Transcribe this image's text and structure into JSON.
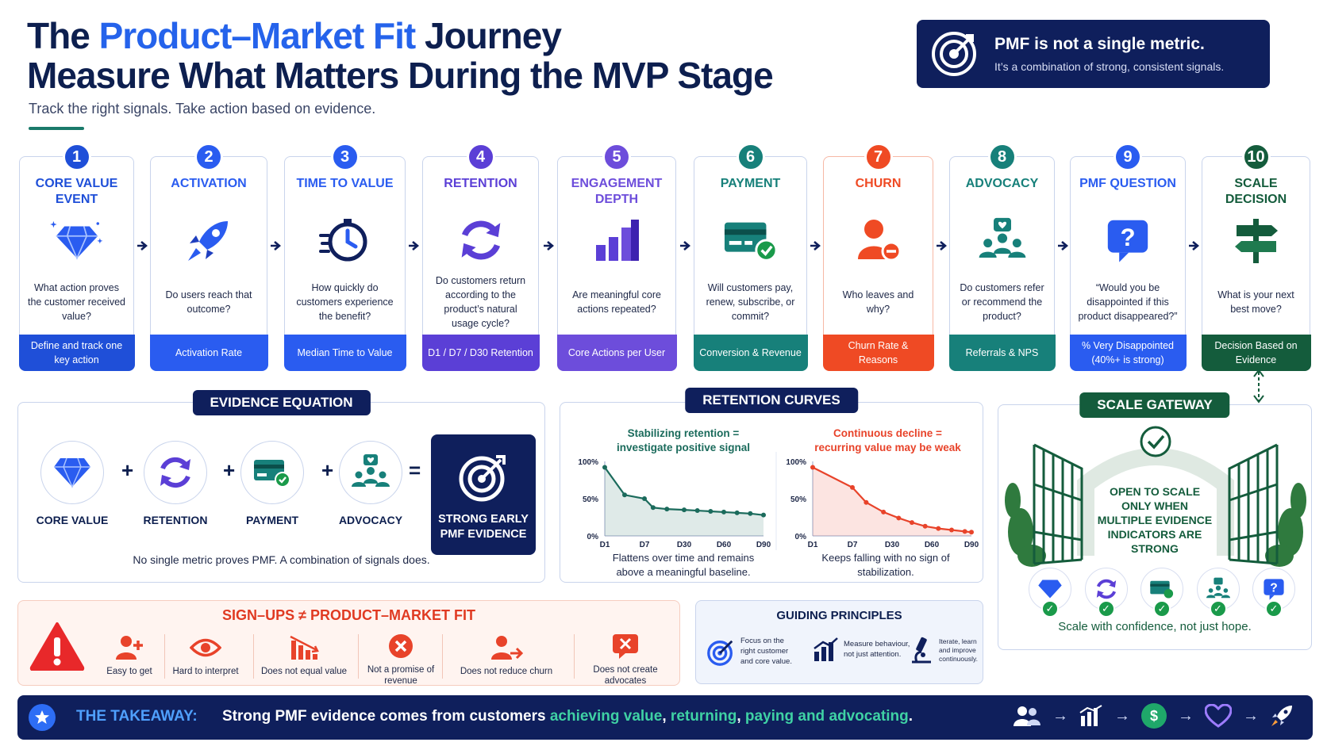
{
  "header": {
    "title_pre": "The ",
    "title_highlight": "Product–Market Fit",
    "title_post": " Journey",
    "title_line2": "Measure What Matters During the MVP Stage",
    "subtitle": "Track the right signals. Take action based on evidence."
  },
  "banner": {
    "line1": "PMF is not a single metric.",
    "line2": "It’s a combination of strong, consistent signals."
  },
  "steps": [
    {
      "num": "1",
      "title": "CORE VALUE EVENT",
      "question": "What action proves the customer received value?",
      "footer": "Define and track one key action",
      "color": "#1f4fd8",
      "icon": "diamond-icon"
    },
    {
      "num": "2",
      "title": "ACTIVATION",
      "question": "Do users reach that outcome?",
      "footer": "Activation Rate",
      "color": "#2a5cf0",
      "icon": "rocket-icon"
    },
    {
      "num": "3",
      "title": "TIME TO VALUE",
      "question": "How quickly do customers experience the benefit?",
      "footer": "Median Time to Value",
      "color": "#2a5cf0",
      "icon": "timer-icon"
    },
    {
      "num": "4",
      "title": "RETENTION",
      "question": "Do customers return according to the product’s natural usage cycle?",
      "footer": "D1 / D7 / D30 Retention",
      "color": "#5b3fd6",
      "icon": "refresh-icon"
    },
    {
      "num": "5",
      "title": "ENGAGEMENT DEPTH",
      "question": "Are meaningful core actions repeated?",
      "footer": "Core Actions per User",
      "color": "#6d4ddb",
      "icon": "bar-chart-icon"
    },
    {
      "num": "6",
      "title": "PAYMENT",
      "question": "Will customers pay, renew, subscribe, or commit?",
      "footer": "Conversion & Revenue",
      "color": "#17807a",
      "icon": "credit-card-icon"
    },
    {
      "num": "7",
      "title": "CHURN",
      "question": "Who leaves and why?",
      "footer": "Churn Rate & Reasons",
      "color": "#ef4a24",
      "icon": "user-minus-icon"
    },
    {
      "num": "8",
      "title": "ADVOCACY",
      "question": "Do customers refer or recommend the product?",
      "footer": "Referrals & NPS",
      "color": "#17807a",
      "icon": "group-heart-icon"
    },
    {
      "num": "9",
      "title": "PMF QUESTION",
      "question": "“Would you be disappointed if this product disappeared?”",
      "footer": "% Very Disappointed (40%+ is strong)",
      "color": "#2a5cf0",
      "icon": "question-icon"
    },
    {
      "num": "10",
      "title": "SCALE DECISION",
      "question": "What is your next best move?",
      "footer": "Decision Based on Evidence",
      "color": "#145c3c",
      "icon": "signpost-icon"
    }
  ],
  "evidence": {
    "tag": "EVIDENCE EQUATION",
    "items": [
      {
        "label": "CORE VALUE"
      },
      {
        "label": "RETENTION"
      },
      {
        "label": "PAYMENT"
      },
      {
        "label": "ADVOCACY"
      }
    ],
    "plus": "+",
    "equals": "=",
    "result": "STRONG EARLY PMF EVIDENCE",
    "note": "No single metric proves PMF. A combination of signals does."
  },
  "retention": {
    "tag": "RETENTION CURVES",
    "chart_data": [
      {
        "type": "line",
        "title": "Stabilizing retention = investigate positive signal",
        "caption": "Flattens over time and remains above a meaningful baseline.",
        "x_ticks": [
          "D1",
          "D7",
          "D30",
          "D60",
          "D90"
        ],
        "y_ticks": [
          "100%",
          "50%",
          "0%"
        ],
        "ylim": [
          0,
          100
        ],
        "x": [
          1,
          4,
          7,
          12,
          20,
          30,
          40,
          50,
          60,
          70,
          80,
          90
        ],
        "y": [
          92,
          55,
          50,
          38,
          36,
          35,
          34,
          33,
          32,
          31,
          30,
          28
        ],
        "color": "#1b6b5c"
      },
      {
        "type": "line",
        "title": "Continuous decline = recurring value may be weak",
        "caption": "Keeps falling with no sign of stabilization.",
        "x_ticks": [
          "D1",
          "D7",
          "D30",
          "D60",
          "D90"
        ],
        "y_ticks": [
          "100%",
          "50%",
          "0%"
        ],
        "ylim": [
          0,
          100
        ],
        "x": [
          1,
          7,
          15,
          25,
          35,
          45,
          55,
          65,
          75,
          85,
          90
        ],
        "y": [
          92,
          65,
          45,
          32,
          24,
          18,
          13,
          10,
          8,
          6,
          5
        ],
        "color": "#e8432a"
      }
    ]
  },
  "gateway": {
    "tag": "SCALE GATEWAY",
    "text": "OPEN TO SCALE ONLY WHEN MULTIPLE EVIDENCE INDICATORS ARE STRONG",
    "icons": [
      "diamond-icon",
      "refresh-icon",
      "credit-card-icon",
      "group-heart-icon",
      "question-icon"
    ],
    "check": "✓",
    "footer": "Scale with confidence, not just hope."
  },
  "signups": {
    "title": "SIGN–UPS ≠ PRODUCT–MARKET FIT",
    "items": [
      {
        "label": "Easy to get"
      },
      {
        "label": "Hard to interpret"
      },
      {
        "label": "Does not equal value"
      },
      {
        "label": "Not a promise of revenue"
      },
      {
        "label": "Does not reduce churn"
      },
      {
        "label": "Does not create advocates"
      }
    ]
  },
  "principles": {
    "title": "GUIDING PRINCIPLES",
    "items": [
      {
        "text": "Focus on the right customer and core value."
      },
      {
        "text": "Measure behaviour, not just attention."
      },
      {
        "text": "Iterate, learn and improve continuously."
      }
    ]
  },
  "takeaway": {
    "label": "THE TAKEAWAY:",
    "pre": "Strong PMF evidence comes from customers ",
    "h1": "achieving value",
    "sep1": ", ",
    "h2": "returning",
    "sep2": ", ",
    "h3": "paying and advocating",
    "post": ".",
    "arrow": "→",
    "dollar": "$"
  }
}
